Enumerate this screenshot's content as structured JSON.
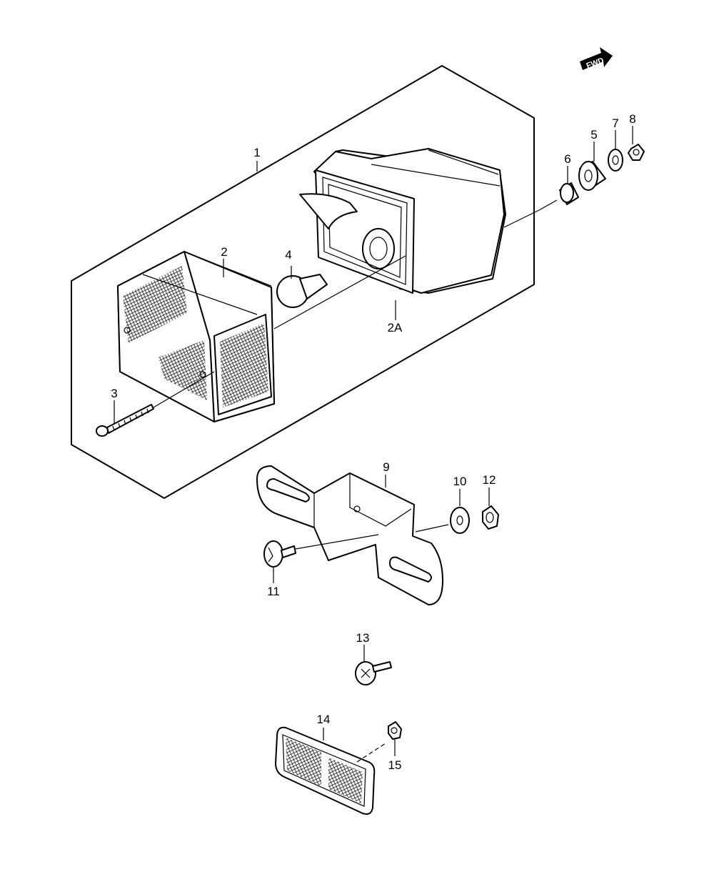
{
  "fwd_label": "FWD",
  "callouts": {
    "c1": "1",
    "c2": "2",
    "c2a": "2A",
    "c3": "3",
    "c4": "4",
    "c5": "5",
    "c6": "6",
    "c7": "7",
    "c8": "8",
    "c9": "9",
    "c10": "10",
    "c11": "11",
    "c12": "12",
    "c13": "13",
    "c14": "14",
    "c15": "15"
  }
}
